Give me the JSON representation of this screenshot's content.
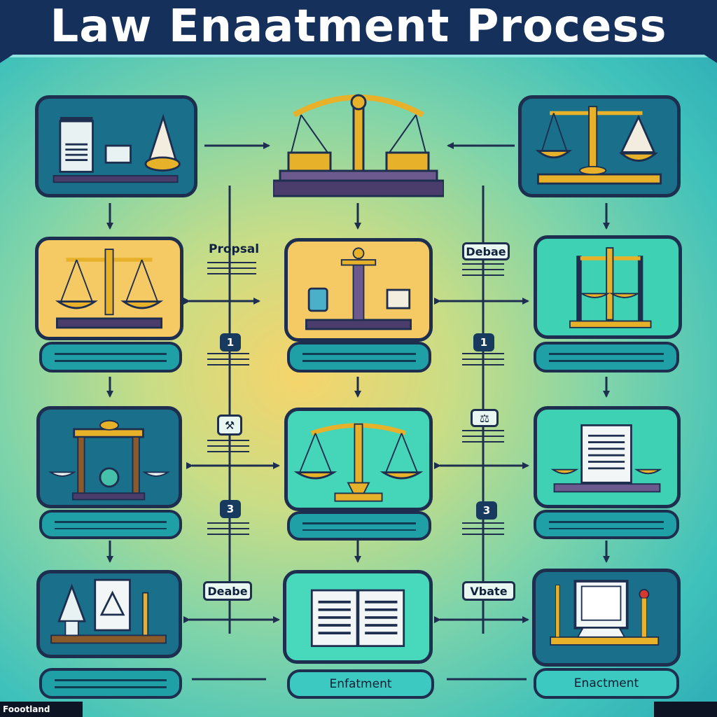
{
  "title": "Law Enaatment Process",
  "labels": {
    "proposal": "Propsal",
    "debate_top": "Debae",
    "debate_bottom": "Deabe",
    "vote": "Vbate"
  },
  "badges": {
    "left_1": "1",
    "right_1": "1",
    "left_2": "⚒",
    "right_2": "⚖",
    "left_3": "3",
    "right_3": "3"
  },
  "captions": {
    "center_bottom": "Enfatment",
    "right_bottom": "Enactment"
  },
  "footer": "Foootland",
  "colors": {
    "navy": "#15305a",
    "outline": "#1d2e4f",
    "gold": "#e8b12a",
    "teal_card": "#1a7e8f",
    "yellow_card": "#f5c963",
    "mint_card": "#3fd1b4"
  }
}
